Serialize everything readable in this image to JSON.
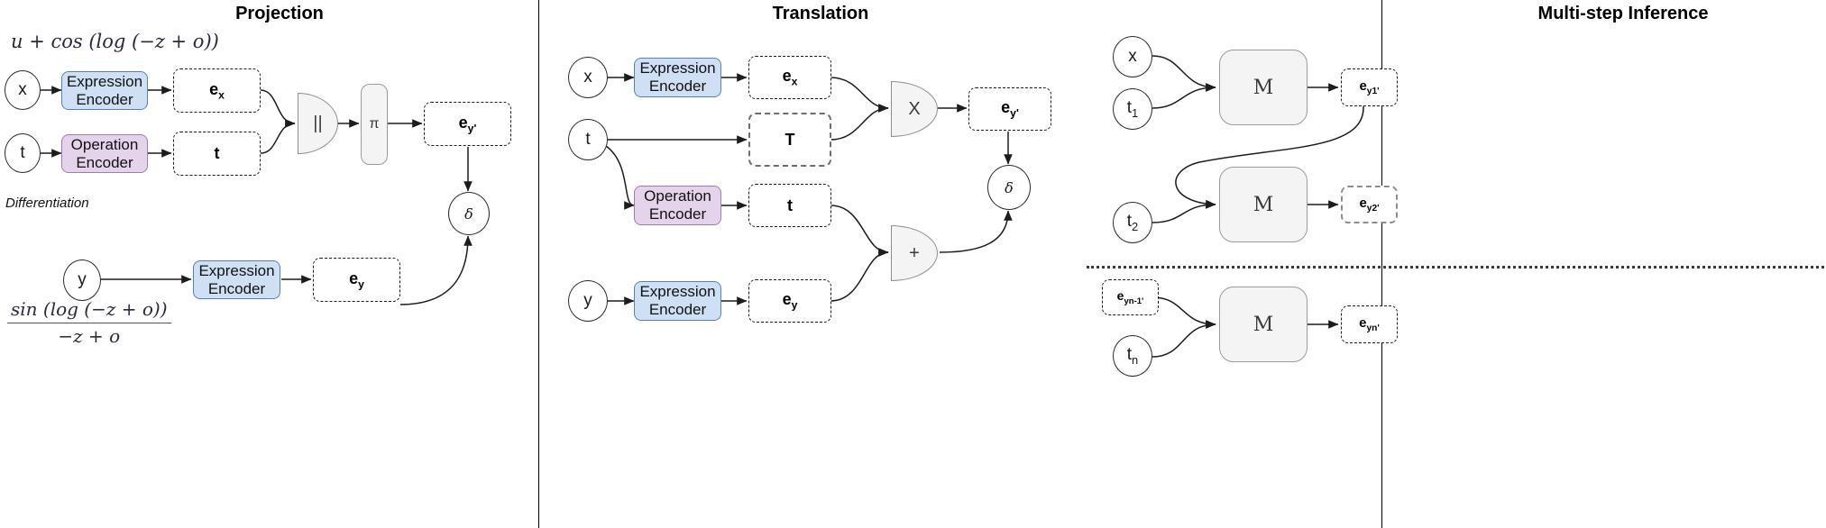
{
  "panels": [
    {
      "id": "projection",
      "title": "Projection"
    },
    {
      "id": "translation",
      "title": "Translation"
    },
    {
      "id": "inference",
      "title": "Multi-step Inference"
    }
  ],
  "projection": {
    "formula_top": "u + cos (log (−z + o))",
    "caption": "Differentiation",
    "formula_bottom_num": "sin (log (−z + o))",
    "formula_bottom_den": "−z + o",
    "nodes": {
      "input_x": "x",
      "input_t": "t",
      "input_y": "y",
      "expression_encoder": "Expression Encoder",
      "operation_encoder": "Operation Encoder",
      "emb_x": "e",
      "emb_x_sub": "x",
      "emb_t": "t",
      "concat_gate": "||",
      "pi_box": "π",
      "emb_y_prime": "e",
      "emb_y_prime_sub": "y'",
      "delta": "δ",
      "emb_y": "e",
      "emb_y_sub": "y"
    }
  },
  "translation": {
    "nodes": {
      "input_x": "x",
      "input_t": "t",
      "input_y": "y",
      "expression_encoder_x": "Expression Encoder",
      "expression_encoder_y": "Expression Encoder",
      "operation_encoder": "Operation Encoder",
      "emb_x": "e",
      "emb_x_sub": "x",
      "matrix_T": "T",
      "emb_t": "t",
      "emb_y": "e",
      "emb_y_sub": "y",
      "multiply_gate": "X",
      "add_gate": "+",
      "emb_y_prime": "e",
      "emb_y_prime_sub": "y'",
      "delta": "δ"
    }
  },
  "inference": {
    "steps": [
      {
        "inputs": [
          "x",
          "t",
          "1"
        ],
        "model": "M",
        "output": "e",
        "output_sub": "y1'"
      },
      {
        "inputs": [
          "t",
          "2"
        ],
        "model": "M",
        "output": "e",
        "output_sub": "y2'"
      },
      {
        "prev_state": "e",
        "prev_state_sub": "yn-1'",
        "inputs": [
          "t",
          "n"
        ],
        "model": "M",
        "output": "e",
        "output_sub": "yn'"
      }
    ]
  },
  "colors": {
    "expression_encoder_fill": "#cfe0f5",
    "operation_encoder_fill": "#e4d3ea",
    "gate_fill": "#f4f4f4",
    "model_fill": "#f4f4f4",
    "stroke": "#2b2b2b"
  }
}
